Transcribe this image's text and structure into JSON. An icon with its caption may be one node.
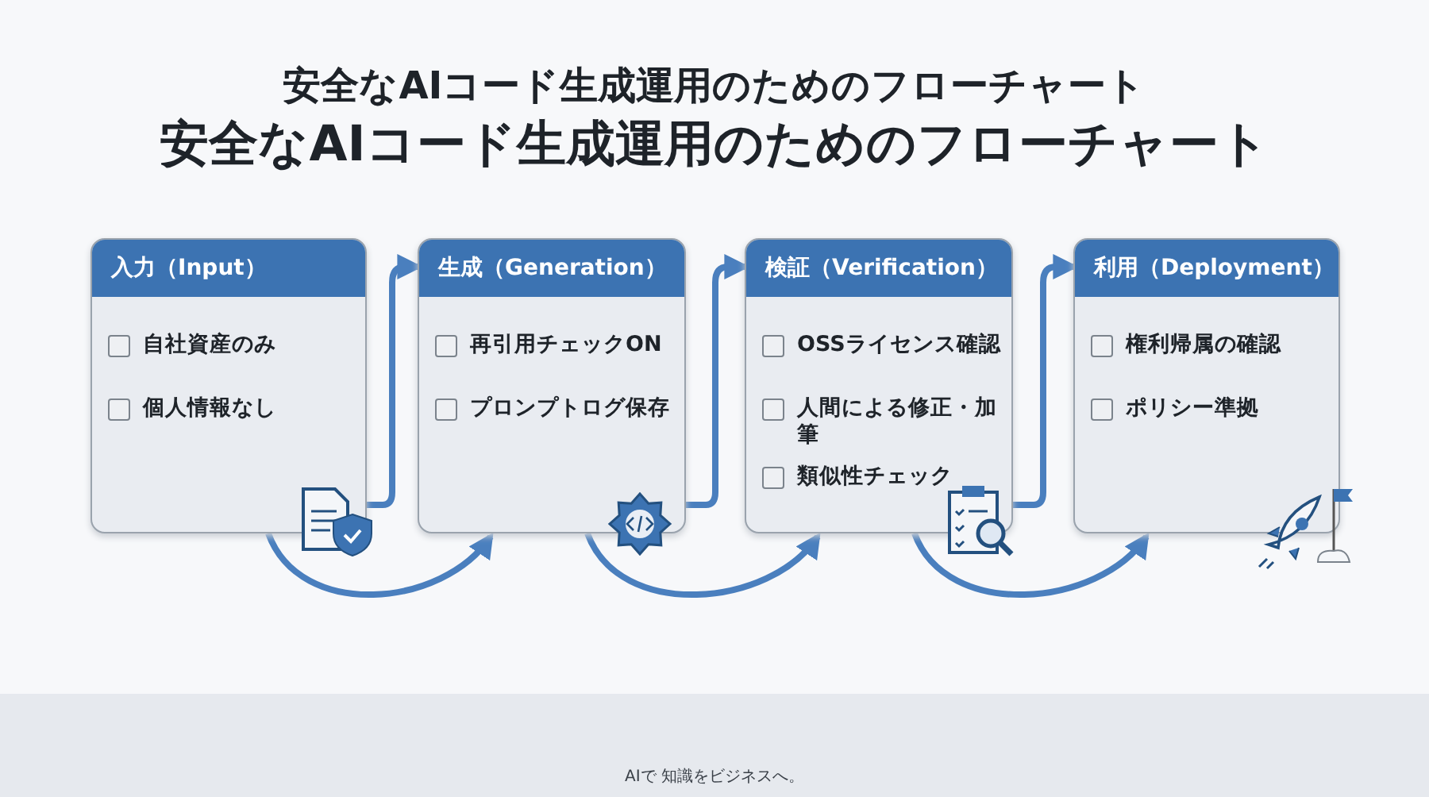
{
  "diagram": {
    "title": "安全なAIコード生成運用のためのフローチャート",
    "nodes": [
      {
        "text": [
          "入力（Input）",
          "自社資産のみ",
          "個人情報なし"
        ]
      },
      {
        "text": [
          "生成（Generation）",
          "再引用チェックON",
          "プロンプトログ保存"
        ]
      },
      {
        "text": [
          "検証（Verification）",
          "OSSライセンス確認",
          "人間による修正・加筆",
          "類似性チェック"
        ]
      },
      {
        "text": [
          "利用（Deployment）",
          "権利帰属の確認",
          "ポリシー準拠"
        ]
      }
    ],
    "edges": [
      {
        "from": 0,
        "to": 1,
        "arrow": "to"
      },
      {
        "from": 1,
        "to": 2,
        "arrow": "to"
      },
      {
        "from": 2,
        "to": 3,
        "arrow": "to"
      },
      {
        "from": 0,
        "to": 1,
        "arrow": "to"
      },
      {
        "from": 1,
        "to": 2,
        "arrow": "to"
      },
      {
        "from": 2,
        "to": 3,
        "arrow": "to"
      }
    ],
    "labels": [
      "安全なAIコード生成運用のためのフローチャート",
      "AIで 知識をビジネスへ。"
    ]
  }
}
